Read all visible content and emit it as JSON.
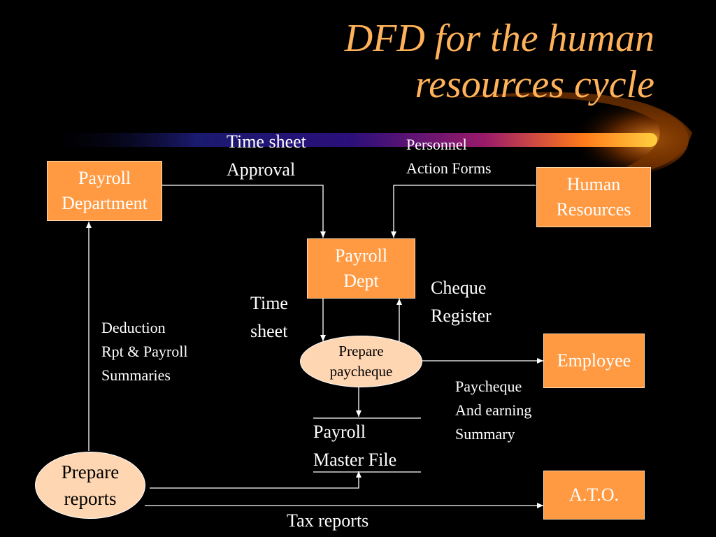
{
  "title": {
    "line1": "DFD for the human",
    "line2": "resources cycle"
  },
  "entities": {
    "payroll_department": {
      "line1": "Payroll",
      "line2": "Department"
    },
    "human_resources": {
      "line1": "Human",
      "line2": "Resources"
    },
    "payroll_dept": {
      "line1": "Payroll",
      "line2": "Dept"
    },
    "employee": "Employee",
    "ato": "A.T.O."
  },
  "processes": {
    "prepare_paycheque": {
      "line1": "Prepare",
      "line2": "paycheque"
    },
    "prepare_reports": {
      "line1": "Prepare",
      "line2": "reports"
    }
  },
  "data_store": {
    "line1": "Payroll",
    "line2": "Master File"
  },
  "flows": {
    "time_sheet_approval": {
      "line1": "Time sheet",
      "line2": "Approval"
    },
    "personnel_action_forms": {
      "line1": "Personnel",
      "line2": "Action Forms"
    },
    "time_sheet": {
      "line1": "Time",
      "line2": "sheet"
    },
    "cheque_register": {
      "line1": "Cheque",
      "line2": "Register"
    },
    "deduction_rpt": {
      "line1": "Deduction",
      "line2": "Rpt & Payroll",
      "line3": "Summaries"
    },
    "paycheque_summary": {
      "line1": "Paycheque",
      "line2": "And earning",
      "line3": "Summary"
    },
    "tax_reports": "Tax reports"
  },
  "colors": {
    "entity_fill": "#ff9a42",
    "process_fill": "#ffd6b2",
    "title": "#ffb25a",
    "background": "#000000"
  }
}
